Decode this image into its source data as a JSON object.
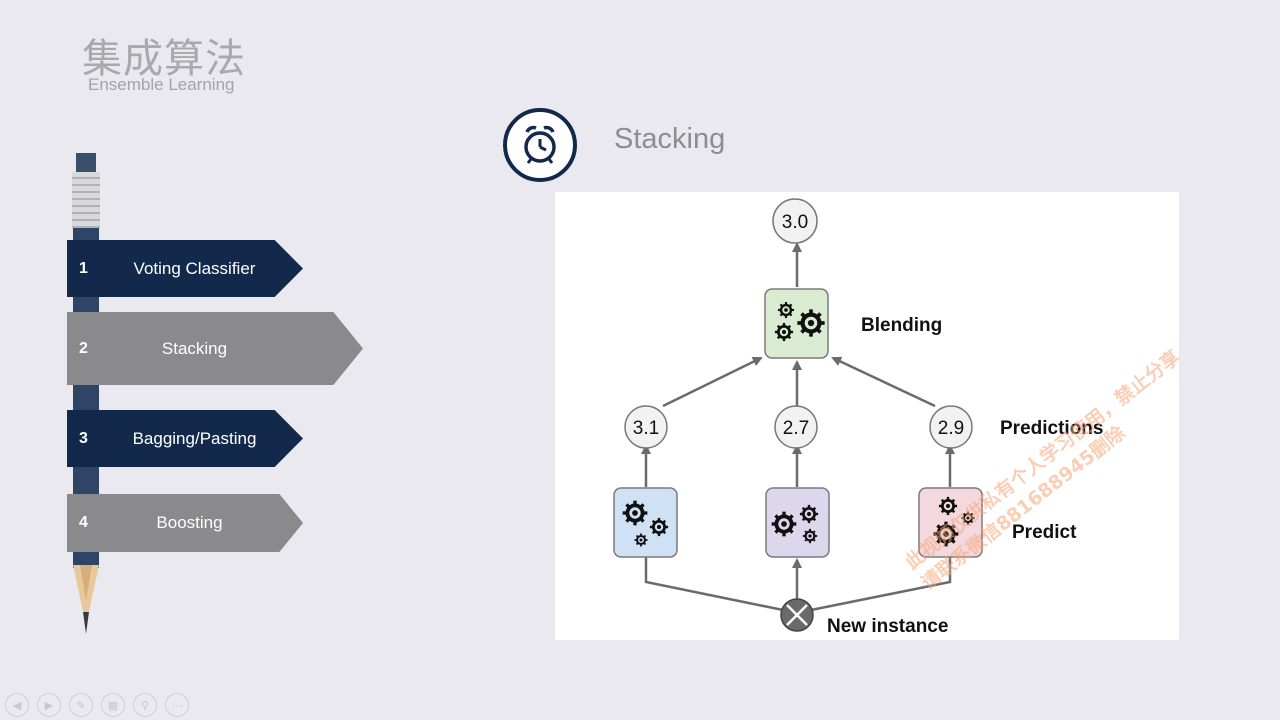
{
  "header": {
    "title_cn": "集成算法",
    "title_en": "Ensemble Learning"
  },
  "sidebar": {
    "items": [
      {
        "num": "1",
        "label": "Voting Classifier",
        "state": "normal"
      },
      {
        "num": "2",
        "label": "Stacking",
        "state": "active"
      },
      {
        "num": "3",
        "label": "Bagging/Pasting",
        "state": "normal"
      },
      {
        "num": "4",
        "label": "Boosting",
        "state": "normal"
      }
    ]
  },
  "section": {
    "icon": "alarm-clock-icon",
    "title": "Stacking"
  },
  "diagram": {
    "output_value": "3.0",
    "blender_label": "Blending",
    "predictions_label": "Predictions",
    "predict_label": "Predict",
    "input_label": "New instance",
    "predictions": [
      "3.1",
      "2.7",
      "2.9"
    ],
    "colors": {
      "blender": "#d9ecd2",
      "predictor_1": "#cfe2f5",
      "predictor_2": "#ddd7ee",
      "predictor_3": "#f3d9dd"
    }
  },
  "controls": {
    "icons": [
      "prev-icon",
      "next-icon",
      "pen-icon",
      "slides-icon",
      "zoom-icon",
      "more-icon"
    ]
  },
  "watermark": {
    "line1": "此视频仅供私有个人学习使用，禁止分享",
    "line2": "请联系微信881688945删除"
  }
}
